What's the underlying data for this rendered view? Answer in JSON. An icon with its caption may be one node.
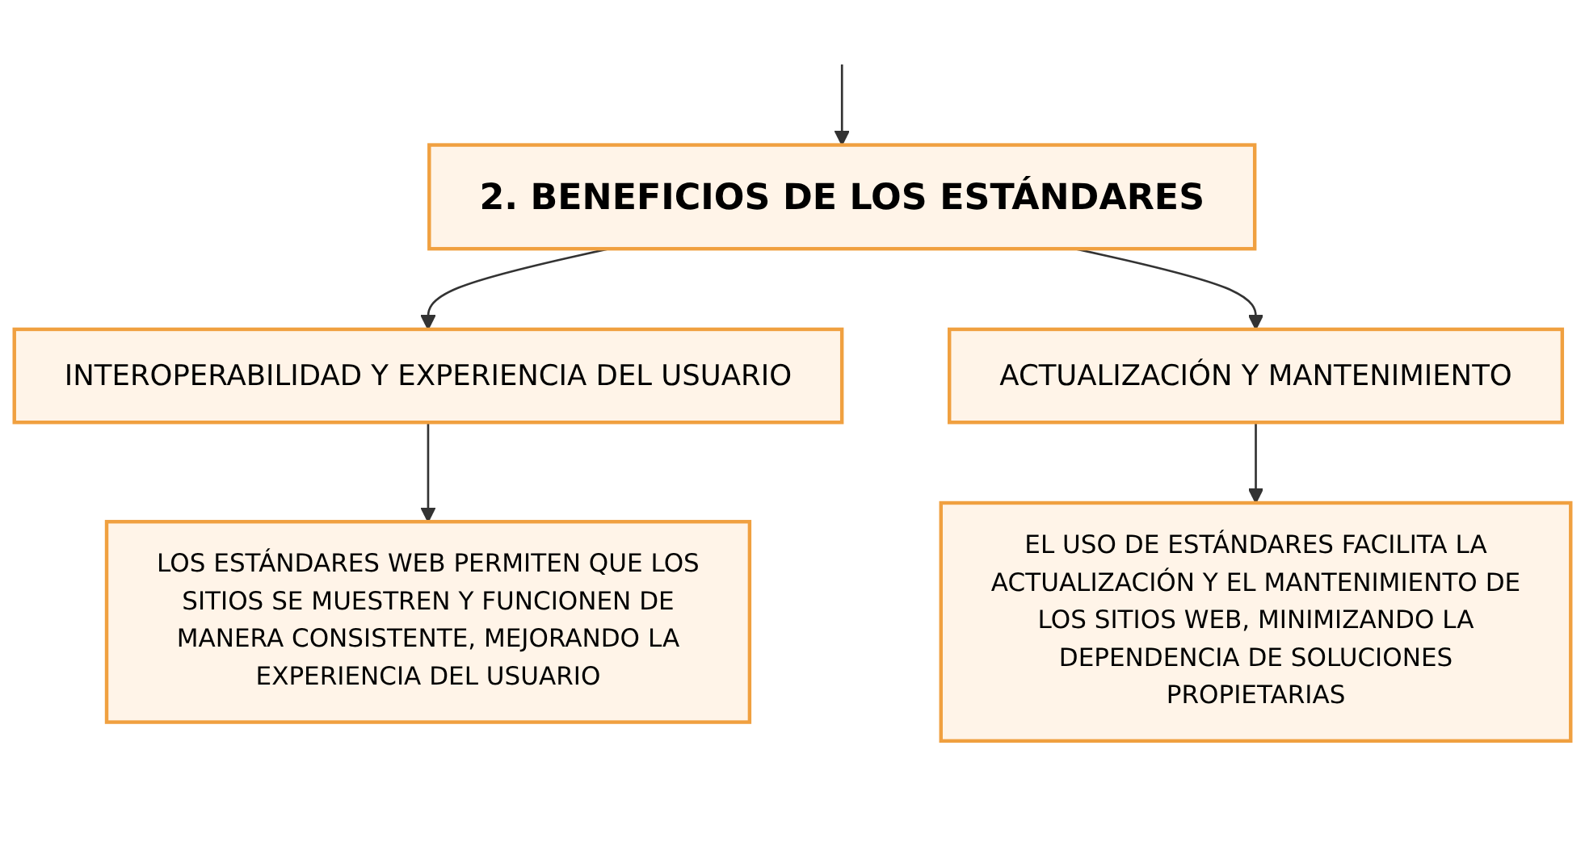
{
  "diagram": {
    "nodes": [
      {
        "text": [
          "2. BENEFICIOS DE LOS ESTÁNDARES"
        ]
      },
      {
        "text": [
          "INTEROPERABILIDAD Y EXPERIENCIA DEL USUARIO"
        ]
      },
      {
        "text": [
          "ACTUALIZACIÓN Y MANTENIMIENTO"
        ]
      },
      {
        "text": [
          "LOS ESTÁNDARES WEB PERMITEN QUE LOS SITIOS SE MUESTREN Y FUNCIONEN DE MANERA CONSISTENTE, MEJORANDO LA EXPERIENCIA DEL USUARIO"
        ]
      },
      {
        "text": [
          "EL USO DE ESTÁNDARES FACILITA LA ACTUALIZACIÓN Y EL MANTENIMIENTO DE LOS SITIOS WEB, MINIMIZANDO LA DEPENDENCIA DE SOLUCIONES PROPIETARIAS"
        ]
      }
    ],
    "edges": [
      {
        "from": null,
        "to": 0,
        "arrow": "to"
      },
      {
        "from": 0,
        "to": 1,
        "arrow": "to"
      },
      {
        "from": 0,
        "to": 2,
        "arrow": "to"
      },
      {
        "from": 1,
        "to": 3,
        "arrow": "to"
      },
      {
        "from": 2,
        "to": 4,
        "arrow": "to"
      }
    ]
  }
}
